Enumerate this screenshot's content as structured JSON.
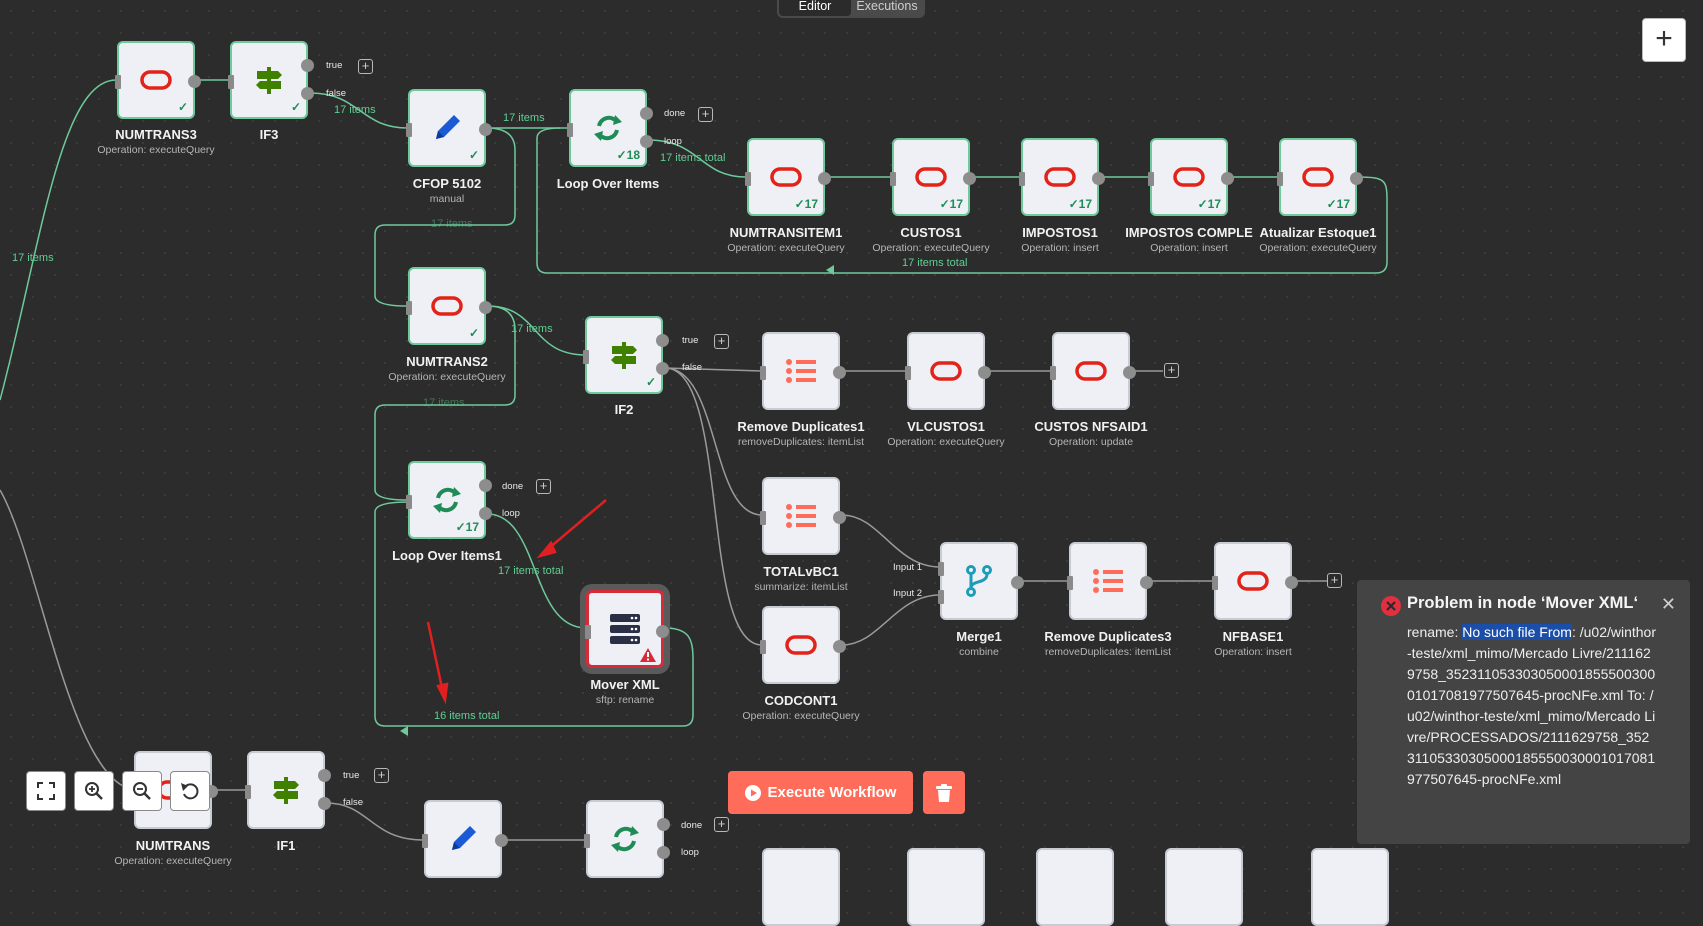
{
  "tabs": {
    "editor": "Editor",
    "executions": "Executions"
  },
  "nodes": {
    "numtrans3": {
      "label": "NUMTRANS3",
      "sub": "Operation: executeQuery"
    },
    "if3": {
      "label": "IF3"
    },
    "cfop5102": {
      "label": "CFOP 5102",
      "sub": "manual"
    },
    "loop_over_items": {
      "label": "Loop Over Items",
      "badge": "18"
    },
    "numtransitem1": {
      "label": "NUMTRANSITEM1",
      "sub": "Operation: executeQuery",
      "badge": "17"
    },
    "custos1": {
      "label": "CUSTOS1",
      "sub": "Operation: executeQuery",
      "badge": "17"
    },
    "impostos1": {
      "label": "IMPOSTOS1",
      "sub": "Operation: insert",
      "badge": "17"
    },
    "impostos_comple": {
      "label": "IMPOSTOS COMPLE",
      "sub": "Operation: insert",
      "badge": "17"
    },
    "atualizar_estoque1": {
      "label": "Atualizar Estoque1",
      "sub": "Operation: executeQuery",
      "badge": "17"
    },
    "numtrans2": {
      "label": "NUMTRANS2",
      "sub": "Operation: executeQuery"
    },
    "if2": {
      "label": "IF2"
    },
    "remove_duplicates1": {
      "label": "Remove Duplicates1",
      "sub": "removeDuplicates: itemList"
    },
    "vlcustos1": {
      "label": "VLCUSTOS1",
      "sub": "Operation: executeQuery"
    },
    "custos_nfsaid1": {
      "label": "CUSTOS NFSAID1",
      "sub": "Operation: update"
    },
    "loop_over_items1": {
      "label": "Loop Over Items1",
      "badge": "17"
    },
    "totalvbc1": {
      "label": "TOTALvBC1",
      "sub": "summarize: itemList"
    },
    "merge1": {
      "label": "Merge1",
      "sub": "combine"
    },
    "remove_duplicates3": {
      "label": "Remove Duplicates3",
      "sub": "removeDuplicates: itemList"
    },
    "nfbase1": {
      "label": "NFBASE1",
      "sub": "Operation: insert"
    },
    "mover_xml": {
      "label": "Mover XML",
      "sub": "sftp: rename"
    },
    "codcont1": {
      "label": "CODCONT1",
      "sub": "Operation: executeQuery"
    },
    "numtrans": {
      "label": "NUMTRANS",
      "sub": "Operation: executeQuery"
    },
    "if1": {
      "label": "IF1"
    }
  },
  "edge_labels": {
    "left_items": "17 items",
    "if3_false": "17 items",
    "cfop_out": "17 items",
    "loop_total": "17 items total",
    "loop_back": "17 items total",
    "cfop_to_numtrans2": "17 items",
    "numtrans2_to_if2": "17 items",
    "numtrans2_to_loop1": "17 items",
    "loop1_total": "17 items total",
    "mover_back": "16 items total"
  },
  "ports": {
    "true": "true",
    "false": "false",
    "done": "done",
    "loop": "loop",
    "input1": "Input 1",
    "input2": "Input 2"
  },
  "buttons": {
    "execute": "Execute Workflow"
  },
  "error_toast": {
    "title": "Problem in node ‘Mover XML‘",
    "prefix": "rename: ",
    "highlight": "No such file From",
    "rest": ": /u02/winthor-teste/xml_mimo/Mercado Livre/2111629758_35231105330305000185550030001017081977507645-procNFe.xml To: /u02/winthor-teste/xml_mimo/Mercado Livre/PROCESSADOS/2111629758_35231105330305000185550030001017081977507645-procNFe.xml"
  },
  "colors": {
    "canvas": "#2c2c2c",
    "success": "#6ec99b",
    "error": "#d62c3a",
    "accent": "#ff6d5a",
    "oracle": "#e2231a"
  }
}
